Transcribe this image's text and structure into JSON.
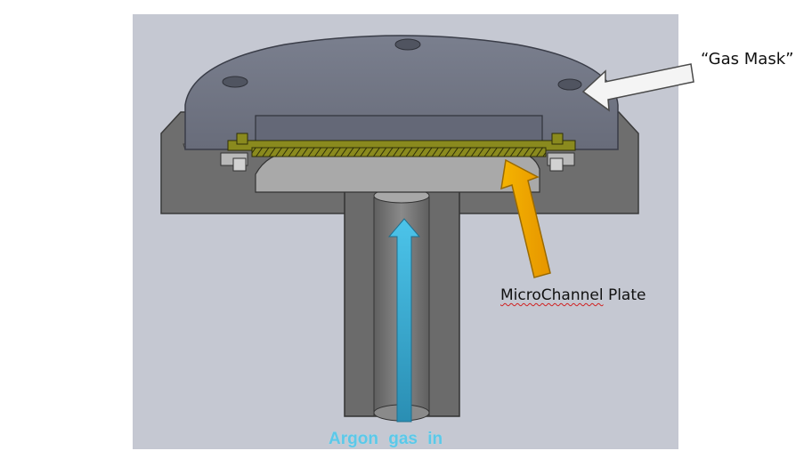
{
  "labels": {
    "gas_mask": "“Gas Mask”",
    "microchannel_word": "MicroChannel",
    "plate_word": "Plate",
    "argon": "Argon  gas  in"
  },
  "colors": {
    "background_panel": "#c5c8d2",
    "housing": "#6e6e6e",
    "gas_mask_body": "#737887",
    "microchannel_plate": "#8a8a1e",
    "white_arrow": "#f4f4f4",
    "orange_arrow": "#f2a800",
    "blue_arrow": "#3fb1d9",
    "argon_text": "#5cc8e8"
  },
  "icons": {
    "pointer_white": "arrow-icon",
    "pointer_orange": "arrow-icon",
    "flow_blue": "arrow-icon"
  }
}
